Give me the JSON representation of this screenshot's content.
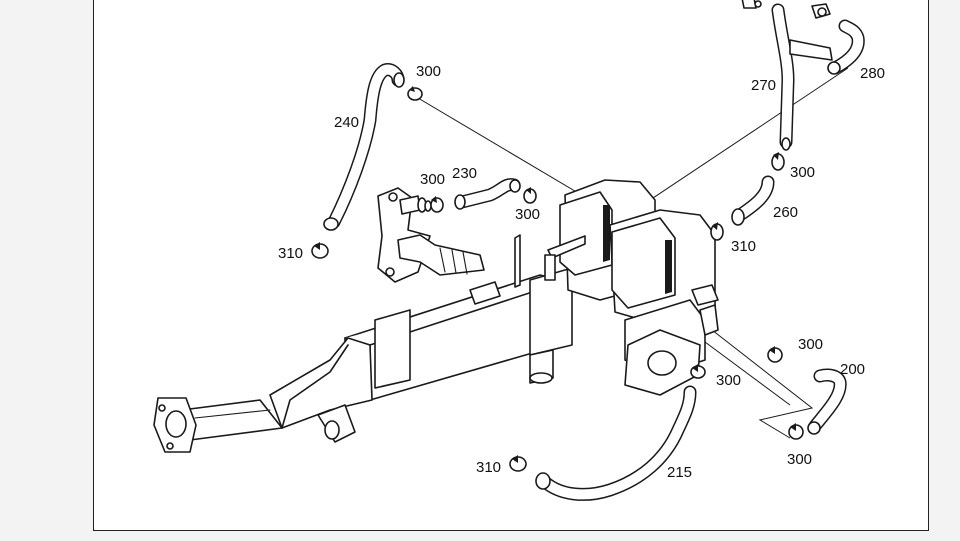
{
  "diagram": {
    "callouts": [
      {
        "id": "c300a",
        "text": "300"
      },
      {
        "id": "c240",
        "text": "240"
      },
      {
        "id": "c300b",
        "text": "300"
      },
      {
        "id": "c230",
        "text": "230"
      },
      {
        "id": "c300c",
        "text": "300"
      },
      {
        "id": "c310a",
        "text": "310"
      },
      {
        "id": "c270",
        "text": "270"
      },
      {
        "id": "c280",
        "text": "280"
      },
      {
        "id": "c300d",
        "text": "300"
      },
      {
        "id": "c260",
        "text": "260"
      },
      {
        "id": "c310b",
        "text": "310"
      },
      {
        "id": "c300e",
        "text": "300"
      },
      {
        "id": "c200",
        "text": "200"
      },
      {
        "id": "c300f",
        "text": "300"
      },
      {
        "id": "c300g",
        "text": "300"
      },
      {
        "id": "c310c",
        "text": "310"
      },
      {
        "id": "c215",
        "text": "215"
      }
    ]
  }
}
